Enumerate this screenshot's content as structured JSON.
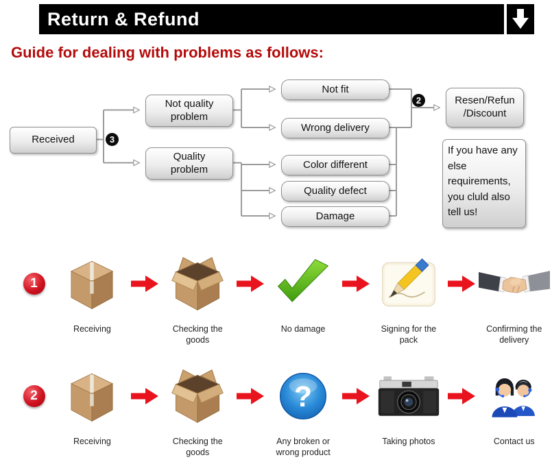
{
  "header": {
    "title": "Return & Refund",
    "download_icon": "down-arrow-icon"
  },
  "subtitle": "Guide for dealing with problems as follows:",
  "colors": {
    "header_bg": "#000000",
    "header_text": "#ffffff",
    "subtitle_red": "#b40b0b",
    "arrow_red": "#e8131d",
    "connector_gray": "#9b9b9b",
    "check_green": "#55b81f",
    "question_blue": "#1f7fd6",
    "badge_red": "#d01220",
    "badge_black": "#0c0c0c",
    "carton_tan": "#c49a6a"
  },
  "flowchart": {
    "received": "Received",
    "received_badge": "3",
    "result_badge": "2",
    "branch_not_quality": [
      "Not quality",
      "problem"
    ],
    "branch_quality": [
      "Quality",
      "problem"
    ],
    "outcome_not_fit": "Not fit",
    "outcome_wrong_delivery": "Wrong delivery",
    "outcome_color_different": "Color different",
    "outcome_quality_defect": "Quality defect",
    "outcome_damage": "Damage",
    "result_lines": [
      "Resen/Refun",
      "/Discount"
    ],
    "note": "If you have any else requirements, you cluld also tell us!"
  },
  "icons": {
    "question_glyph": "?"
  },
  "process_rows": [
    {
      "number": "1",
      "steps": [
        {
          "icon": "closed-box-icon",
          "label": "Receiving"
        },
        {
          "icon": "open-box-icon",
          "label": "Checking the goods"
        },
        {
          "icon": "check-icon",
          "label": "No damage"
        },
        {
          "icon": "signing-icon",
          "label": "Signing for the pack"
        },
        {
          "icon": "handshake-icon",
          "label": "Confirming the delivery"
        }
      ]
    },
    {
      "number": "2",
      "steps": [
        {
          "icon": "closed-box-icon",
          "label": "Receiving"
        },
        {
          "icon": "open-box-icon",
          "label": "Checking the goods"
        },
        {
          "icon": "question-icon",
          "label": "Any broken or wrong product"
        },
        {
          "icon": "camera-icon",
          "label": "Taking photos"
        },
        {
          "icon": "contact-icon",
          "label": "Contact us"
        }
      ]
    }
  ]
}
